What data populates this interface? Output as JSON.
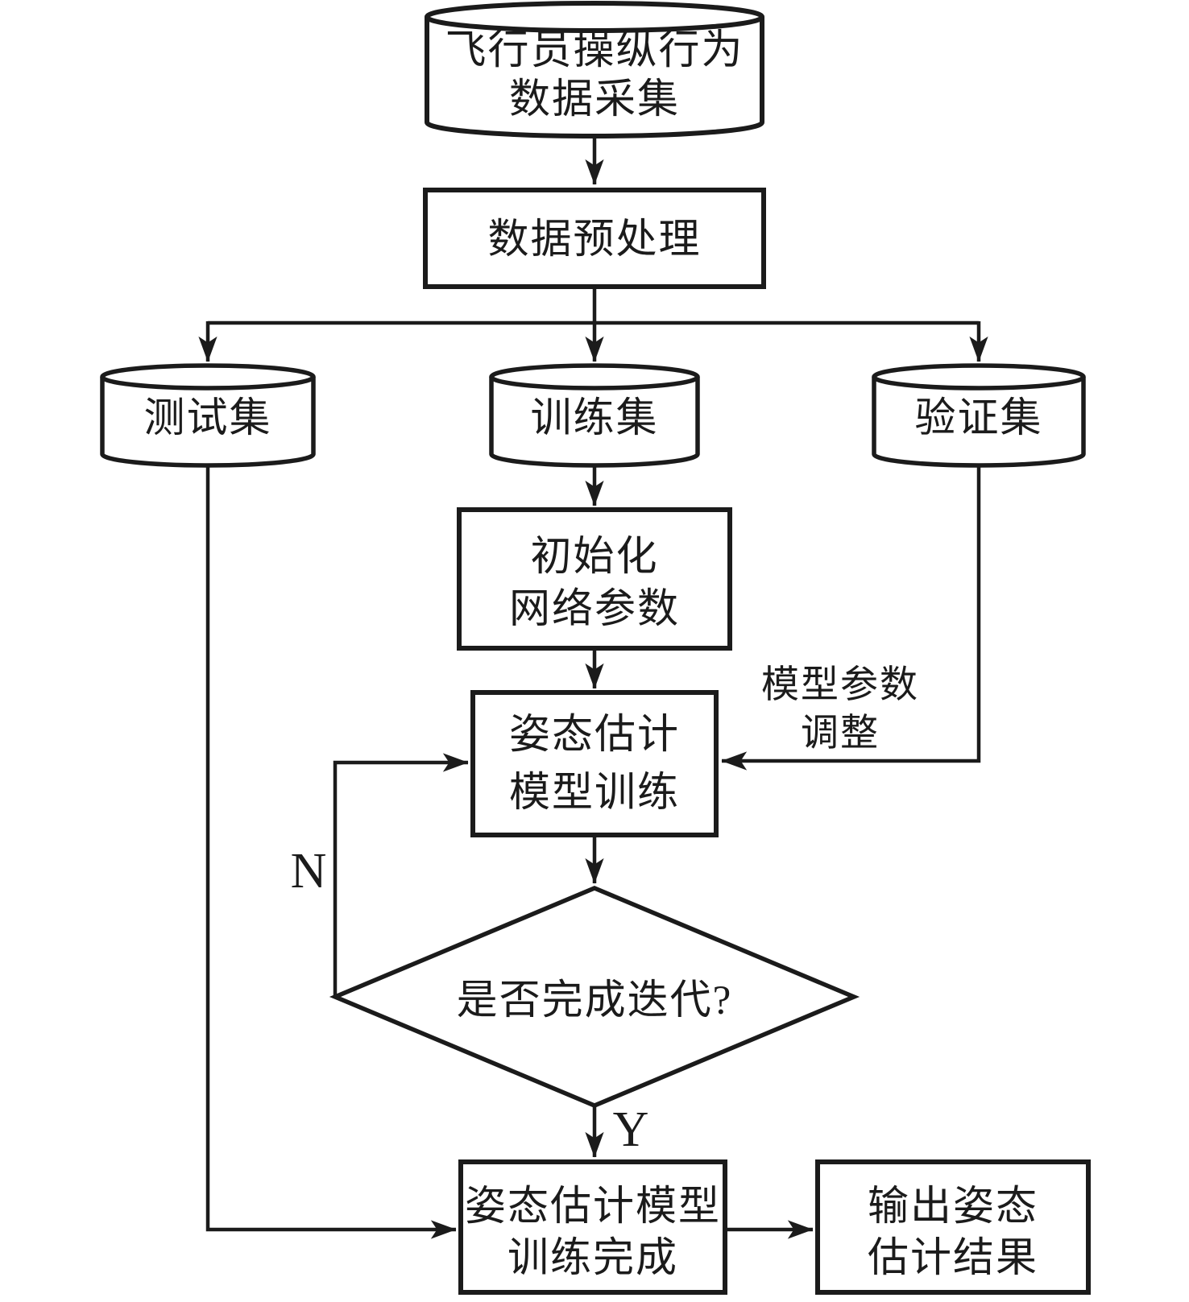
{
  "diagram": {
    "title_semantic": "pose-estimation-model-training-flowchart",
    "colors": {
      "stroke": "#1b1b1b",
      "background": "#ffffff"
    },
    "nodes": {
      "data_collection": {
        "shape": "cylinder",
        "line1": "飞行员操纵行为",
        "line2": "数据采集"
      },
      "preprocessing": {
        "shape": "rect",
        "label": "数据预处理"
      },
      "test_set": {
        "shape": "cylinder",
        "label": "测试集"
      },
      "training_set": {
        "shape": "cylinder",
        "label": "训练集"
      },
      "validation_set": {
        "shape": "cylinder",
        "label": "验证集"
      },
      "init_network_params": {
        "shape": "rect",
        "line1": "初始化",
        "line2": "网络参数"
      },
      "pose_model_training": {
        "shape": "rect",
        "line1": "姿态估计",
        "line2": "模型训练"
      },
      "iteration_check": {
        "shape": "diamond",
        "label": "是否完成迭代?"
      },
      "training_complete": {
        "shape": "rect",
        "line1": "姿态估计模型",
        "line2": "训练完成"
      },
      "output_result": {
        "shape": "rect",
        "line1": "输出姿态",
        "line2": "估计结果"
      }
    },
    "edge_labels": {
      "model_param_adjust_line1": "模型参数",
      "model_param_adjust_line2": "调整",
      "decision_no": "N",
      "decision_yes": "Y"
    }
  }
}
